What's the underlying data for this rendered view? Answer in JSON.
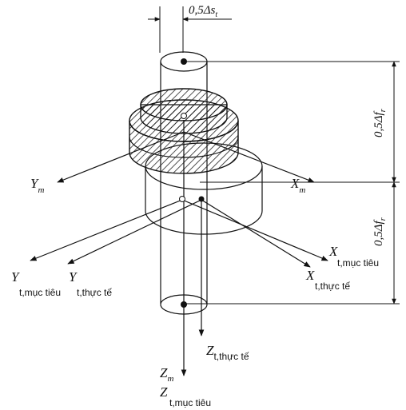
{
  "dims": {
    "top_delta_s": "0,5Δs",
    "top_delta_s_sub": "t",
    "delta_f_upper": "0,5Δf",
    "delta_f_upper_sub": "r",
    "delta_f_lower": "0,5Δf",
    "delta_f_lower_sub": "r"
  },
  "axes": {
    "y_m": "Y",
    "y_m_sub": "m",
    "x_m": "X",
    "x_m_sub": "m",
    "y_target": "Y",
    "y_target_sub": "t,mục tiêu",
    "y_actual": "Y",
    "y_actual_sub": "t,thực tế",
    "x_target": "X",
    "x_target_sub": "t,mục tiêu",
    "x_actual": "X",
    "x_actual_sub": "t,thực tế",
    "z_actual": "Z",
    "z_actual_sub": "t,thực tế",
    "z_m": "Z",
    "z_m_sub": "m",
    "z_target": "Z",
    "z_target_sub": "t,mục tiêu"
  }
}
